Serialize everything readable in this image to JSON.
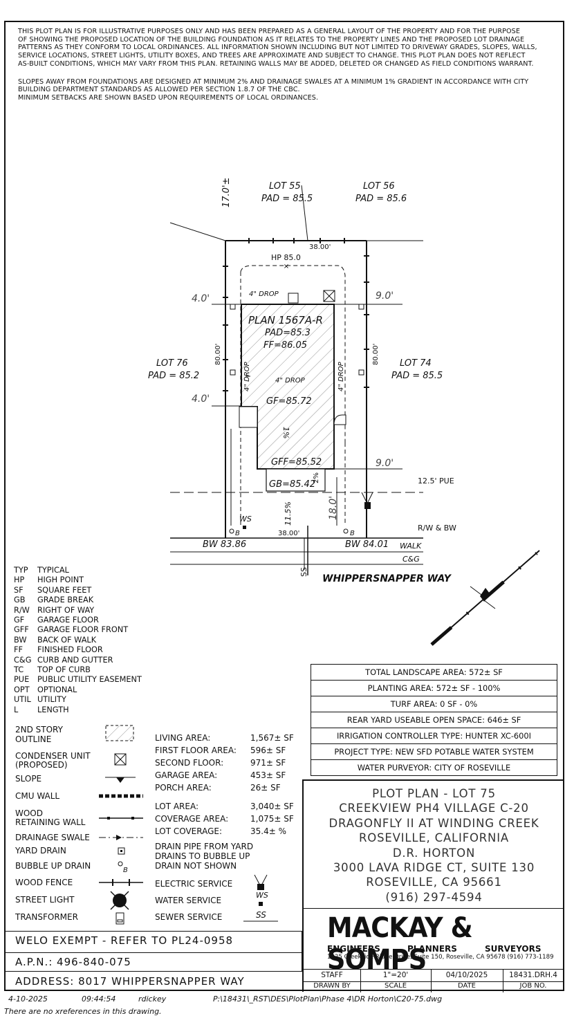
{
  "notes": {
    "p1": [
      "THIS PLOT PLAN IS FOR ILLUSTRATIVE PURPOSES ONLY AND HAS BEEN PREPARED AS A GENERAL LAYOUT OF THE PROPERTY AND FOR THE PURPOSE",
      "OF SHOWING THE PROPOSED LOCATION OF THE BUILDING FOUNDATION AS IT RELATES TO THE PROPERTY LINES AND THE PROPOSED LOT DRAINAGE",
      "PATTERNS AS THEY CONFORM TO LOCAL ORDINANCES.  ALL INFORMATION SHOWN INCLUDING BUT NOT LIMITED TO DRIVEWAY GRADES, SLOPES, WALLS,",
      "SERVICE LOCATIONS, STREET LIGHTS, UTILITY BOXES, AND TREES ARE APPROXIMATE AND SUBJECT TO CHANGE.  THIS PLOT PLAN DOES NOT REFLECT",
      "AS-BUILT CONDITIONS, WHICH MAY VARY FROM THIS PLAN.  RETAINING WALLS MAY BE ADDED, DELETED OR CHANGED AS FIELD CONDITIONS WARRANT."
    ],
    "p2": [
      "SLOPES AWAY FROM FOUNDATIONS ARE DESIGNED AT MINIMUM 2% AND DRAINAGE SWALES AT A MINIMUM 1% GRADIENT IN ACCORDANCE WITH CITY",
      "BUILDING DEPARTMENT STANDARDS AS ALLOWED PER SECTION 1.8.7 OF THE CBC.",
      "MINIMUM SETBACKS ARE SHOWN BASED UPON REQUIREMENTS OF LOCAL ORDINANCES."
    ]
  },
  "plan": {
    "lot55": "LOT 55",
    "lot55_pad": "PAD = 85.5",
    "lot56": "LOT 56",
    "lot56_pad": "PAD = 85.6",
    "lot76": "LOT 76",
    "lot76_pad": "PAD = 85.2",
    "lot74": "LOT 74",
    "lot74_pad": "PAD = 85.5",
    "rear_setback": "17.0'±",
    "width_top": "38.00'",
    "width_bottom": "38.00'",
    "hp": "HP 85.0",
    "drop1": "4\" DROP",
    "drop2": "4\" DROP",
    "drop3": "4\" DROP",
    "drop4": "4\" DROP",
    "side_left_top": "4.0'",
    "side_left_bottom": "4.0'",
    "side_right_top": "9.0'",
    "side_right_bottom": "9.0'",
    "depth_left": "80.00'",
    "depth_right": "80.00'",
    "plan_name": "PLAN 1567A-R",
    "pad": "PAD=85.3",
    "ff": "FF=86.05",
    "gf": "GF=85.72",
    "slope_1": "1%",
    "gff": "GFF=85.52",
    "gb": "GB=85.42",
    "slope_2": "2%",
    "slope_11": "11.5%",
    "front_setback": "18.0'",
    "pue": "12.5' PUE",
    "ws": "WS",
    "b_left": "B",
    "b_right": "B",
    "rw": "R/W & BW",
    "bw_left": "BW 83.86",
    "bw_right": "BW 84.01",
    "walk": "WALK",
    "cg": "C&G",
    "ss": "SS",
    "street": "WHIPPERSNAPPER WAY"
  },
  "abbreviations": [
    [
      "TYP",
      "TYPICAL"
    ],
    [
      "HP",
      "HIGH POINT"
    ],
    [
      "SF",
      "SQUARE FEET"
    ],
    [
      "GB",
      "GRADE BREAK"
    ],
    [
      "R/W",
      "RIGHT OF WAY"
    ],
    [
      "GF",
      "GARAGE FLOOR"
    ],
    [
      "GFF",
      "GARAGE FLOOR FRONT"
    ],
    [
      "BW",
      "BACK OF WALK"
    ],
    [
      "FF",
      "FINISHED FLOOR"
    ],
    [
      "C&G",
      "CURB AND GUTTER"
    ],
    [
      "TC",
      "TOP OF CURB"
    ],
    [
      "PUE",
      "PUBLIC UTILITY EASEMENT"
    ],
    [
      "OPT",
      "OPTIONAL"
    ],
    [
      "UTIL",
      "UTILITY"
    ],
    [
      "L",
      "LENGTH"
    ]
  ],
  "legend": {
    "second_story": "2ND STORY",
    "outline": "OUTLINE",
    "condenser": "CONDENSER UNIT",
    "proposed": "(PROPOSED)",
    "slope": "SLOPE",
    "cmu": "CMU WALL",
    "wood": "WOOD",
    "retaining": "RETAINING WALL",
    "swale": "DRAINAGE SWALE",
    "yard_drain": "YARD DRAIN",
    "bubble": "BUBBLE UP DRAIN",
    "fence": "WOOD FENCE",
    "light": "STREET LIGHT",
    "transformer": "TRANSFORMER",
    "drain_pipe_1": "DRAIN PIPE FROM YARD",
    "drain_pipe_2": "DRAINS TO BUBBLE UP",
    "drain_pipe_3": "DRAIN NOT SHOWN",
    "electric": "ELECTRIC SERVICE",
    "water": "WATER SERVICE",
    "sewer": "SEWER SERVICE",
    "ws_sym": "WS",
    "ss_sym": "SS",
    "b_sym": "B"
  },
  "areas": [
    {
      "label": "LIVING AREA:",
      "value": "1,567± SF"
    },
    {
      "label": "FIRST FLOOR AREA:",
      "value": "596± SF"
    },
    {
      "label": "SECOND FLOOR:",
      "value": "971± SF"
    },
    {
      "label": "GARAGE AREA:",
      "value": "453± SF"
    },
    {
      "label": "PORCH AREA:",
      "value": "26± SF"
    },
    {
      "label": "LOT AREA:",
      "value": "3,040± SF"
    },
    {
      "label": "COVERAGE AREA:",
      "value": "1,075± SF"
    },
    {
      "label": "LOT COVERAGE:",
      "value": "35.4± %"
    }
  ],
  "landscape": [
    "TOTAL LANDSCAPE AREA: 572± SF",
    "PLANTING AREA: 572± SF - 100%",
    "TURF AREA: 0 SF - 0%",
    "REAR YARD USEABLE OPEN SPACE: 646± SF",
    "IRRIGATION CONTROLLER TYPE: HUNTER XC-600I",
    "PROJECT TYPE: NEW SFD POTABLE WATER SYSTEM",
    "WATER PURVEYOR: CITY OF ROSEVILLE"
  ],
  "title": [
    "PLOT PLAN - LOT 75",
    "CREEKVIEW PH4 VILLAGE C-20",
    "DRAGONFLY II AT WINDING CREEK",
    "ROSEVILLE, CALIFORNIA",
    "D.R. HORTON",
    "3000 LAVA RIDGE CT, SUITE 130",
    "ROSEVILLE, CA 95661",
    "(916) 297-4594"
  ],
  "company": {
    "name": "MACKAY & SOMPS",
    "engineers": "ENGINEERS",
    "planners": "PLANNERS",
    "surveyors": "SURVEYORS",
    "address": "1025 Creekside Ridge Drive, Suite 150, Roseville, CA 95678  (916) 773-1189"
  },
  "info_row": [
    {
      "value": "STAFF",
      "caption": "DRAWN BY"
    },
    {
      "value": "1\"=20'",
      "caption": "SCALE"
    },
    {
      "value": "04/10/2025",
      "caption": "DATE"
    },
    {
      "value": "18431.DRH.4",
      "caption": "JOB NO."
    }
  ],
  "welo": "WELO EXEMPT - REFER TO PL24-0958",
  "apn": "A.P.N.: 496-840-075",
  "address": "ADDRESS: 8017 WHIPPERSNAPPER WAY",
  "footer": {
    "date": "4-10-2025",
    "time": "09:44:54",
    "user": "rdickey",
    "path": "P:\\18431\\_RST\\DES\\PlotPlan\\Phase 4\\DR Horton\\C20-75.dwg",
    "xref": "There are no xreferences in this drawing."
  }
}
